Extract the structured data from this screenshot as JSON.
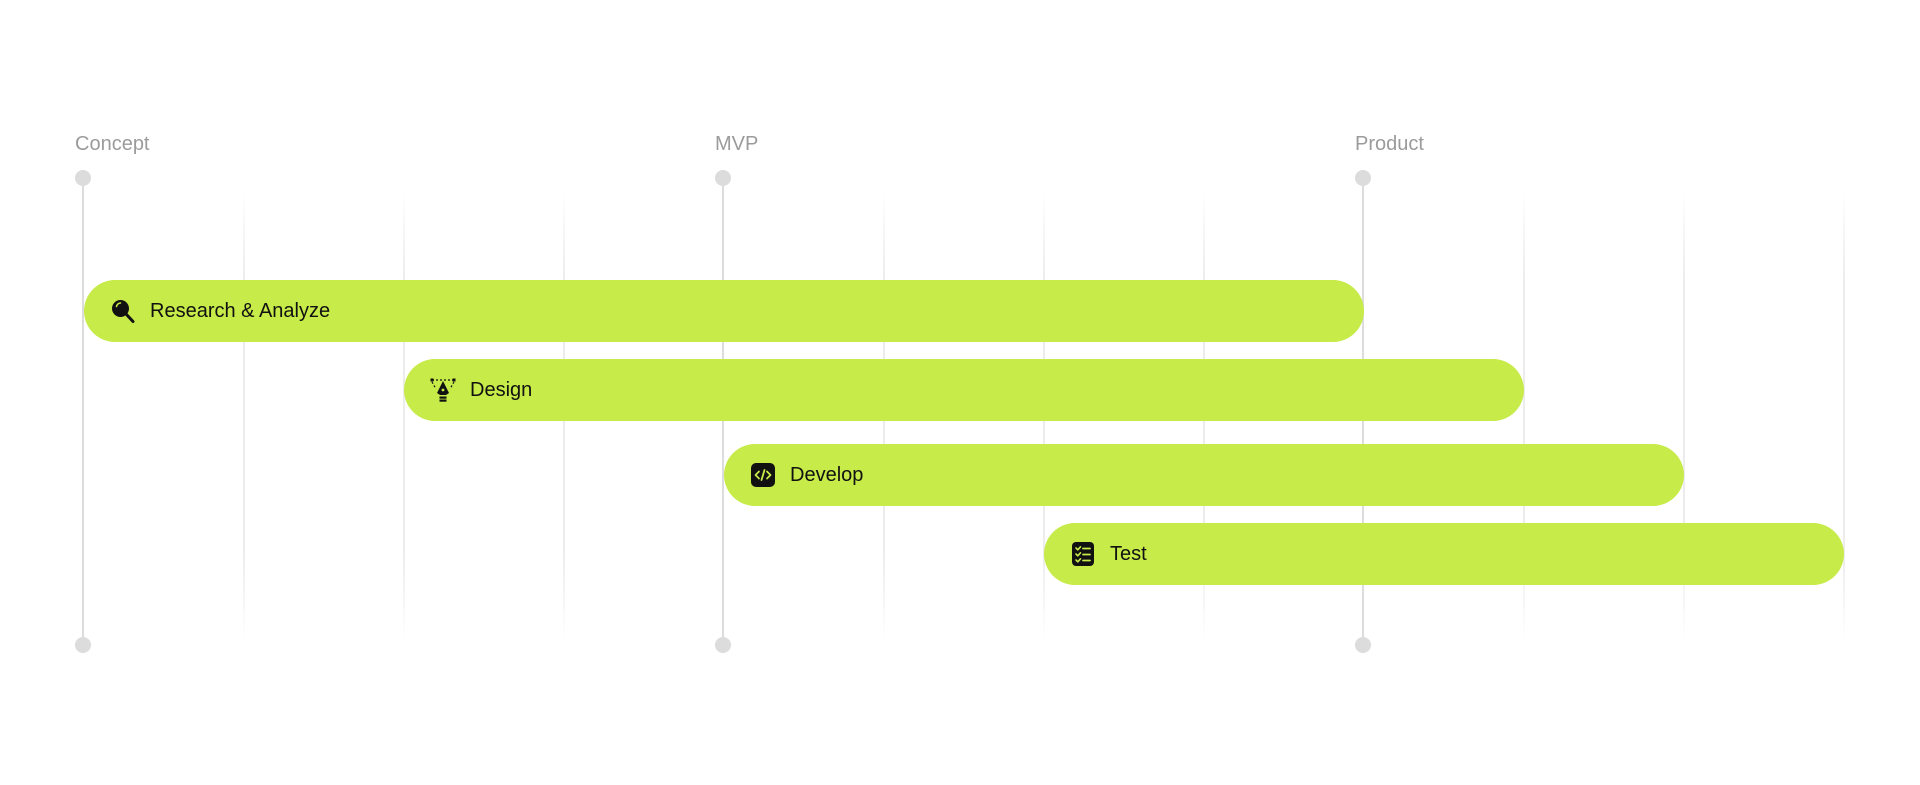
{
  "colors": {
    "bar": "#c7eb48",
    "track": "#dcdcdc",
    "label": "#9b9b9b",
    "icon": "#111111"
  },
  "milestones": [
    {
      "label": "Concept"
    },
    {
      "label": "MVP"
    },
    {
      "label": "Product"
    }
  ],
  "tasks": [
    {
      "label": "Research & Analyze",
      "icon": "magnifier-icon",
      "start_step": 0,
      "end_step": 8
    },
    {
      "label": "Design",
      "icon": "pen-tool-icon",
      "start_step": 2,
      "end_step": 9
    },
    {
      "label": "Develop",
      "icon": "code-icon",
      "start_step": 4,
      "end_step": 10
    },
    {
      "label": "Test",
      "icon": "checklist-icon",
      "start_step": 6,
      "end_step": 11
    }
  ]
}
